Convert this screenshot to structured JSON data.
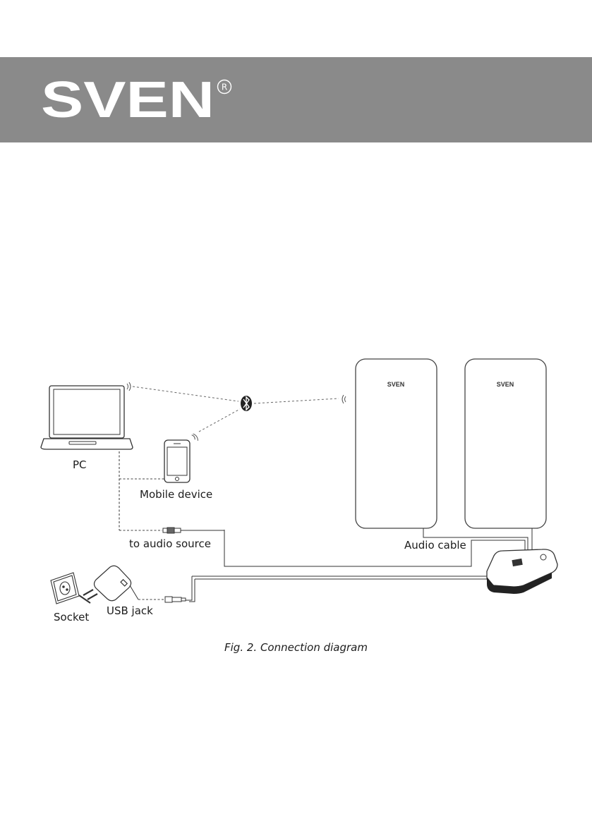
{
  "header": {
    "brand": "SVEN",
    "registered_mark": "®",
    "band_color": "#8a8a8a"
  },
  "diagram": {
    "labels": {
      "pc": "PC",
      "mobile": "Mobile device",
      "audio_source": "to audio source",
      "audio_cable": "Audio cable",
      "socket": "Socket",
      "usb_jack": "USB jack"
    },
    "speaker_logo": "SVEN",
    "icons": [
      "laptop-icon",
      "smartphone-icon",
      "bluetooth-icon",
      "speaker-icon",
      "audio-jack-icon",
      "power-socket-icon",
      "usb-adapter-icon",
      "usb-plug-icon",
      "receiver-module-icon"
    ],
    "caption": "Fig. 2. Connection diagram"
  }
}
